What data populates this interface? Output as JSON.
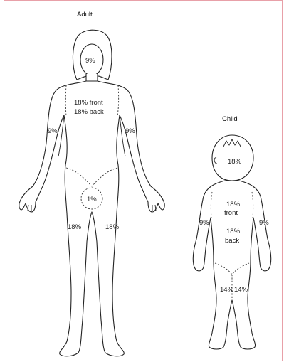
{
  "frame": {
    "border_color": "#e8a0a8"
  },
  "adult": {
    "title": "Adult",
    "head": "9%",
    "trunk_front": "18% front",
    "trunk_back": "18% back",
    "left_arm": "9%",
    "right_arm": "9%",
    "perineum": "1%",
    "left_leg": "18%",
    "right_leg": "18%"
  },
  "child": {
    "title": "Child",
    "head": "18%",
    "trunk_pct_front": "18%",
    "trunk_front": "front",
    "trunk_pct_back": "18%",
    "trunk_back": "back",
    "left_arm": "9%",
    "right_arm": "9%",
    "left_leg": "14%",
    "right_leg": "14%"
  }
}
